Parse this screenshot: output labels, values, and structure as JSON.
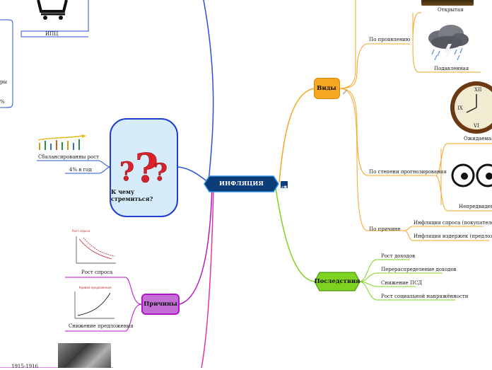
{
  "central": {
    "title": "ИНФЛЯЦИЯ",
    "link_icon": "external-link-icon"
  },
  "left": {
    "ipc": {
      "label": "ИПЦ",
      "icon": "shopping-cart-icon"
    },
    "partial_label_1": "ры",
    "partial_label_2": "%",
    "goal": {
      "title": "К чему стремиться?",
      "icon": "question-marks-icon",
      "items": [
        "Сбалансированны рост",
        "4% в год"
      ]
    },
    "causes": {
      "title": "Причины",
      "items": [
        "Рост спроса",
        "Снижение предложения"
      ]
    },
    "bottom_label": "1915-1916"
  },
  "right": {
    "types": {
      "title": "Виды",
      "branches": [
        {
          "label": "По проявлению",
          "items": [
            "Открытая",
            "Подавленная"
          ]
        },
        {
          "label": "По степени прогнозирования",
          "items": [
            "Ожидаемая",
            "Непредвиденная"
          ]
        },
        {
          "label": "По причине",
          "items": [
            "Инфляция спроса (покупателей)",
            "Инфляция издержек (предложения)"
          ]
        }
      ]
    },
    "consequences": {
      "title": "Последствия",
      "items": [
        "Рост доходов",
        "Перераспределение доходов",
        "Снижение ПСД",
        "Рост социальной напряжённости"
      ]
    }
  },
  "colors": {
    "central_fill": "#0d3d78",
    "types": "#f5a623",
    "consequences": "#7ed321",
    "goal": "#1e3fd0",
    "causes": "#b414c8",
    "pink": "#e0369e"
  }
}
